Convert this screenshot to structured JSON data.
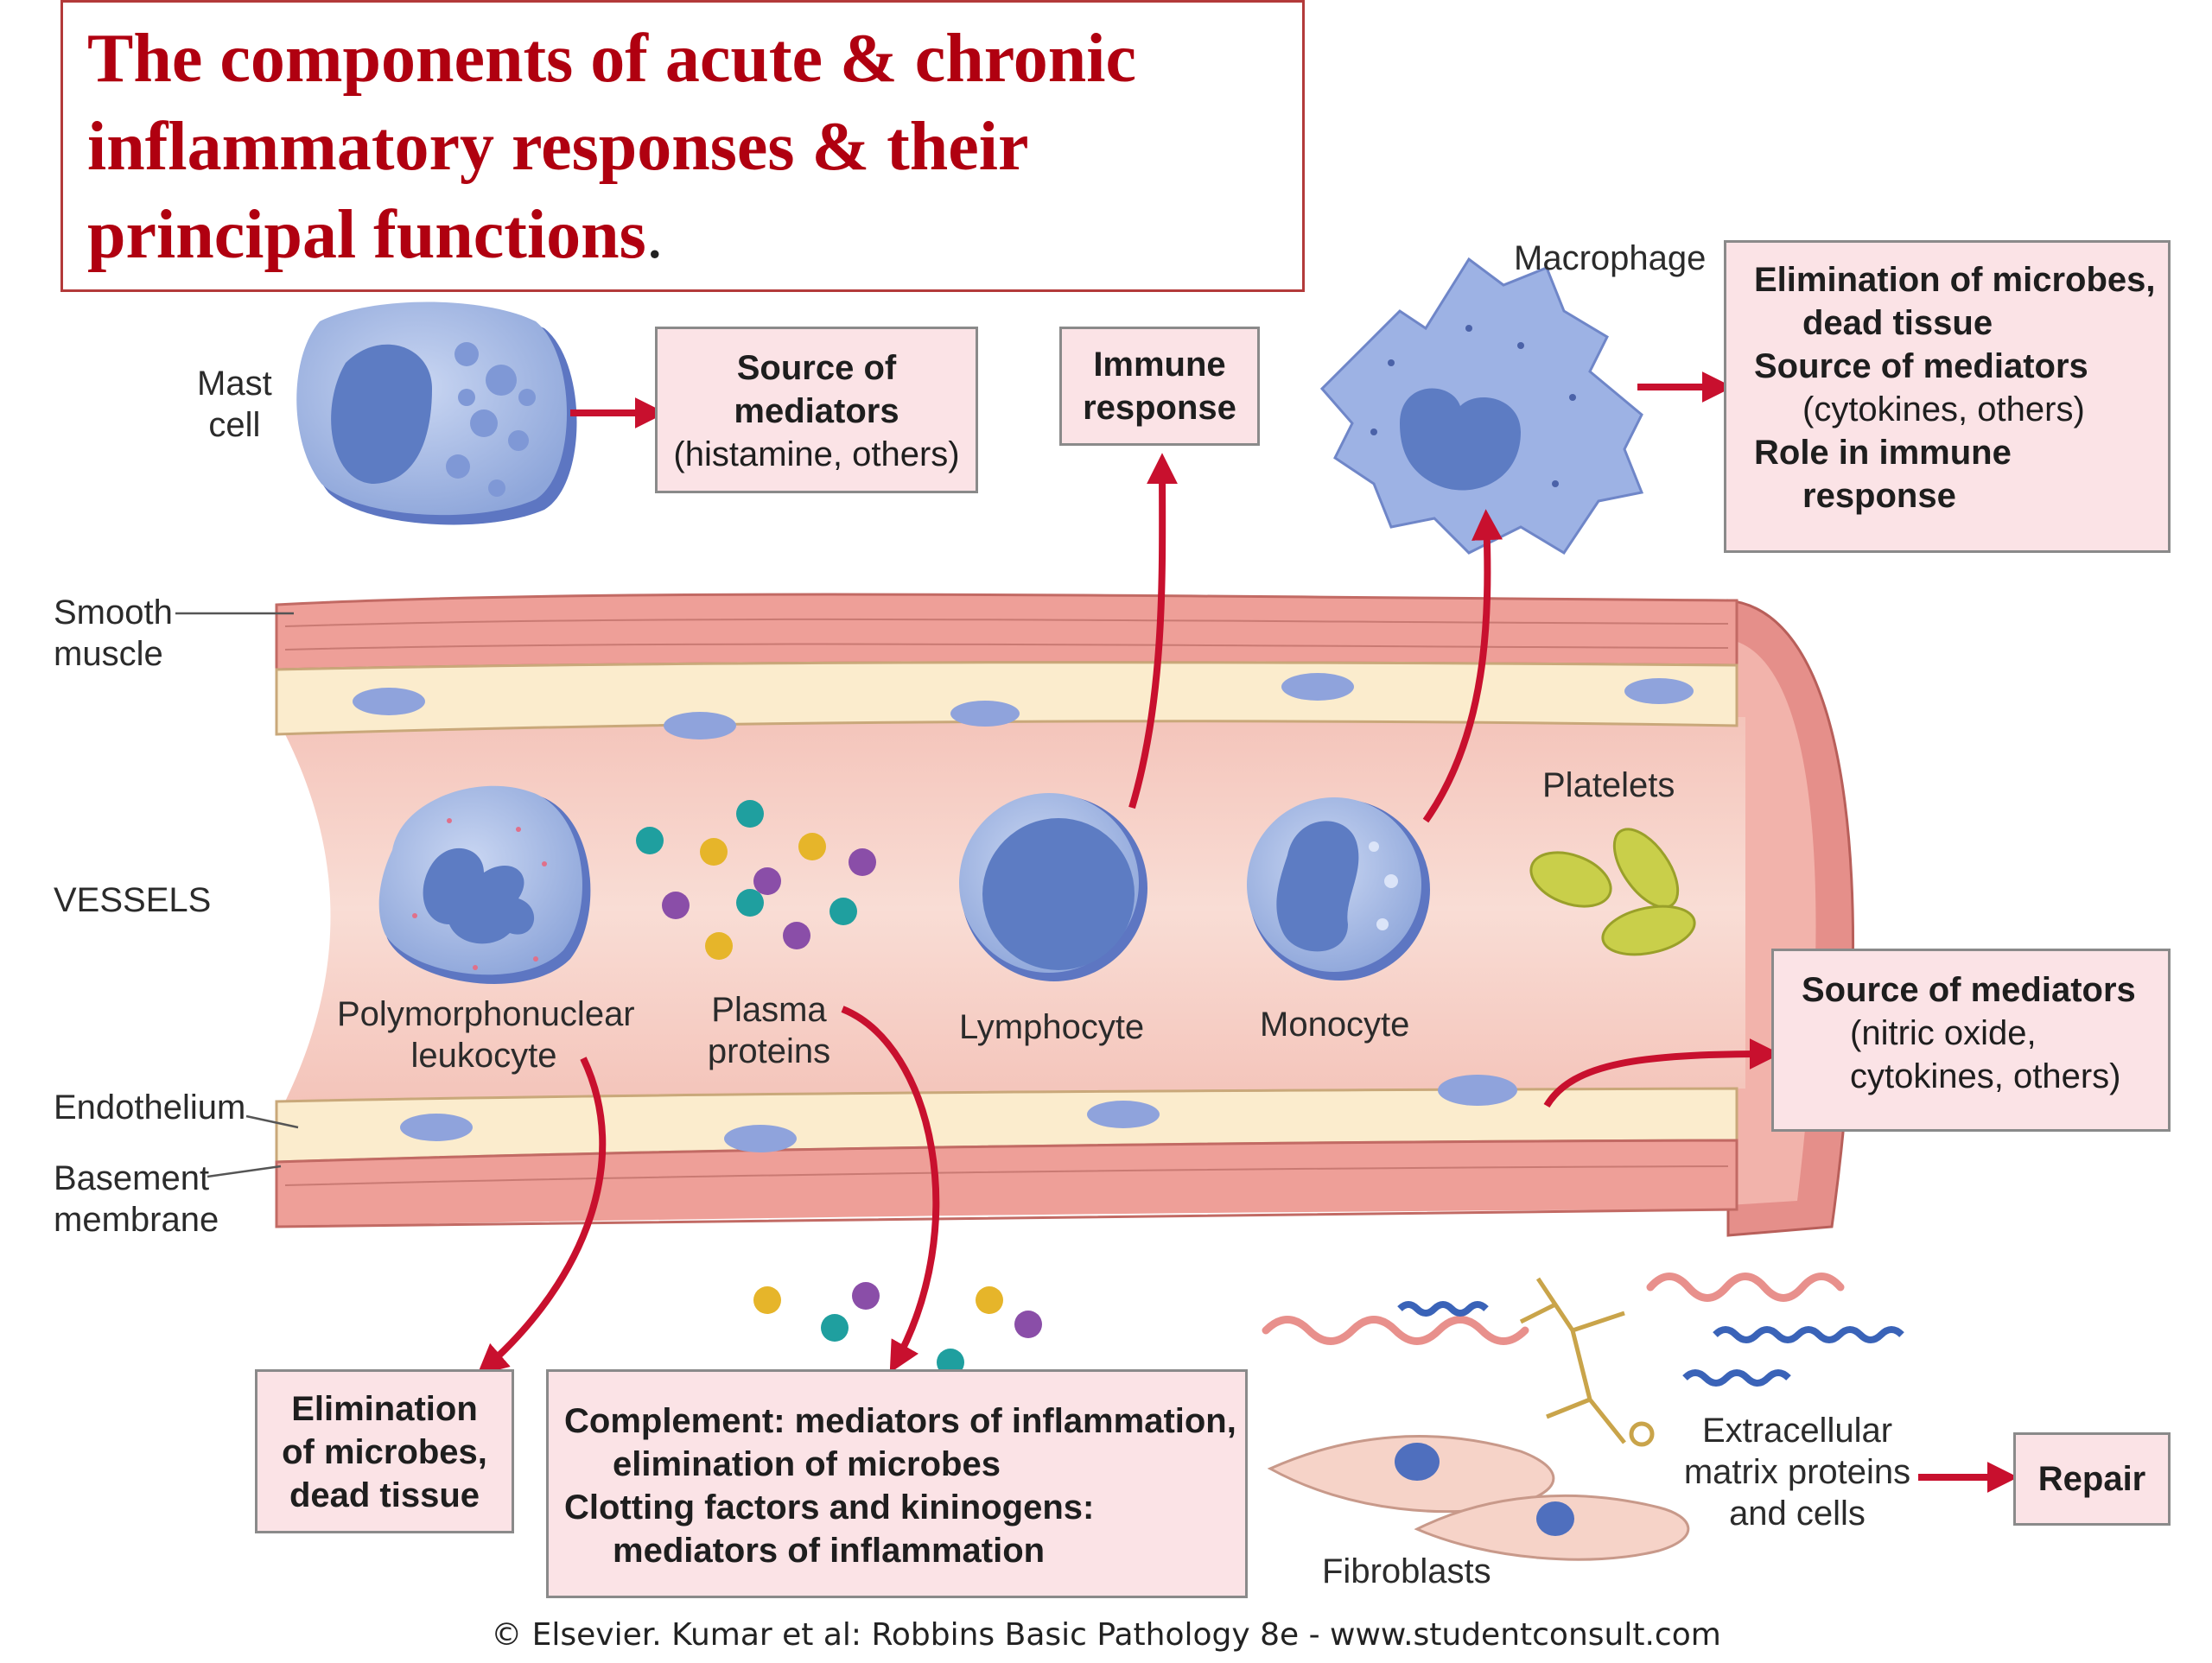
{
  "title": {
    "lines": [
      "The components of acute & chronic",
      "inflammatory responses & their",
      "principal functions"
    ],
    "period": "."
  },
  "labels": {
    "mast_cell": [
      "Mast",
      "cell"
    ],
    "macrophage": "Macrophage",
    "smooth_muscle": [
      "Smooth",
      "muscle"
    ],
    "vessels": "VESSELS",
    "endothelium": "Endothelium",
    "basement_membrane": [
      "Basement",
      "membrane"
    ],
    "pmn": [
      "Polymorphonuclear",
      "leukocyte"
    ],
    "plasma_proteins": [
      "Plasma",
      "proteins"
    ],
    "lymphocyte": "Lymphocyte",
    "monocyte": "Monocyte",
    "platelets": "Platelets",
    "fibroblasts": "Fibroblasts",
    "ecm": [
      "Extracellular",
      "matrix proteins",
      "and cells"
    ]
  },
  "boxes": {
    "mast_source": [
      "Source of",
      "mediators",
      "(histamine, others)"
    ],
    "immune": [
      "Immune",
      "response"
    ],
    "macrophage_functions": [
      "Elimination of microbes,",
      "dead tissue",
      "Source of mediators",
      "(cytokines, others)",
      "Role in immune",
      "response"
    ],
    "endothelium_source": [
      "Source of mediators",
      "(nitric oxide,",
      "cytokines, others)"
    ],
    "pmn_elimination": [
      "Elimination",
      "of microbes,",
      "dead tissue"
    ],
    "complement": [
      "Complement: mediators of inflammation,",
      "elimination of microbes",
      "Clotting factors and kininogens:",
      "mediators of inflammation"
    ],
    "repair": "Repair"
  },
  "credit": "© Elsevier. Kumar et al: Robbins Basic Pathology 8e - www.studentconsult.com",
  "colors": {
    "title_red": "#b00010",
    "arrow_red": "#c8102e",
    "cell_blue": "#a9bde6",
    "nucleus_blue": "#5d7cc3",
    "vessel_pink": "#f0a9a2",
    "lumen": "#f7d7cf",
    "endothelium_cream": "#fbeccd",
    "box_fill": "#fbe3e6",
    "platelet_green": "#c9cf4a"
  }
}
